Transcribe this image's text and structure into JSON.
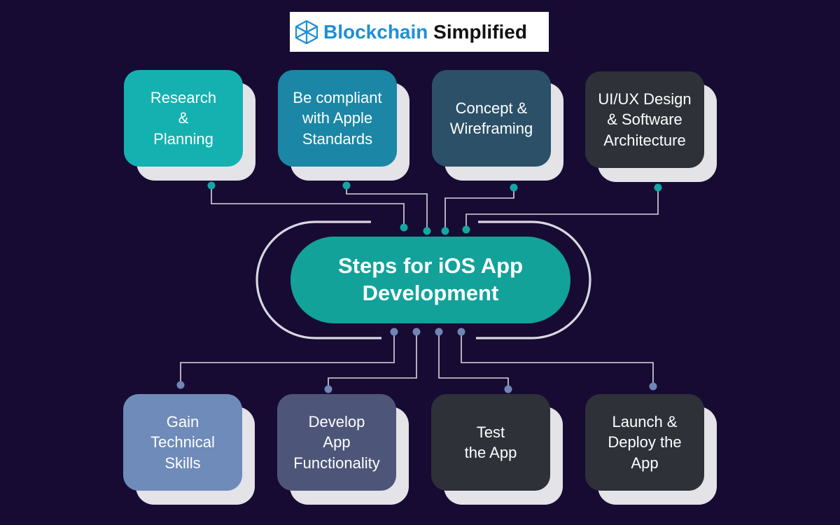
{
  "logo": {
    "word1": "Blockchain",
    "word2": "Simplified",
    "icon": "blockchain-cube-icon",
    "word1_color": "#1f8fd6",
    "word2_color": "#111111"
  },
  "center": {
    "title_line1": "Steps for iOS App",
    "title_line2": "Development",
    "color": "#12a299"
  },
  "top_steps": [
    {
      "lines": [
        "Research",
        "&",
        "Planning"
      ],
      "color": "#15b1b1"
    },
    {
      "lines": [
        "Be compliant",
        "with Apple",
        "Standards"
      ],
      "color": "#1b86a5"
    },
    {
      "lines": [
        "Concept &",
        "Wireframing"
      ],
      "color": "#2b5068"
    },
    {
      "lines": [
        "UI/UX Design",
        "& Software",
        "Architecture"
      ],
      "color": "#2e3138"
    }
  ],
  "bottom_steps": [
    {
      "lines": [
        "Gain",
        "Technical",
        "Skills"
      ],
      "color": "#6e8bb9"
    },
    {
      "lines": [
        "Develop",
        "App",
        "Functionality"
      ],
      "color": "#4d5678"
    },
    {
      "lines": [
        "Test",
        "the App"
      ],
      "color": "#2e3138"
    },
    {
      "lines": [
        "Launch &",
        "Deploy the",
        "App"
      ],
      "color": "#2e3138"
    }
  ],
  "connector_colors": {
    "top_dot": "#14a6a4",
    "bottom_dot": "#6f85b4",
    "line": "#d8d8e0"
  }
}
